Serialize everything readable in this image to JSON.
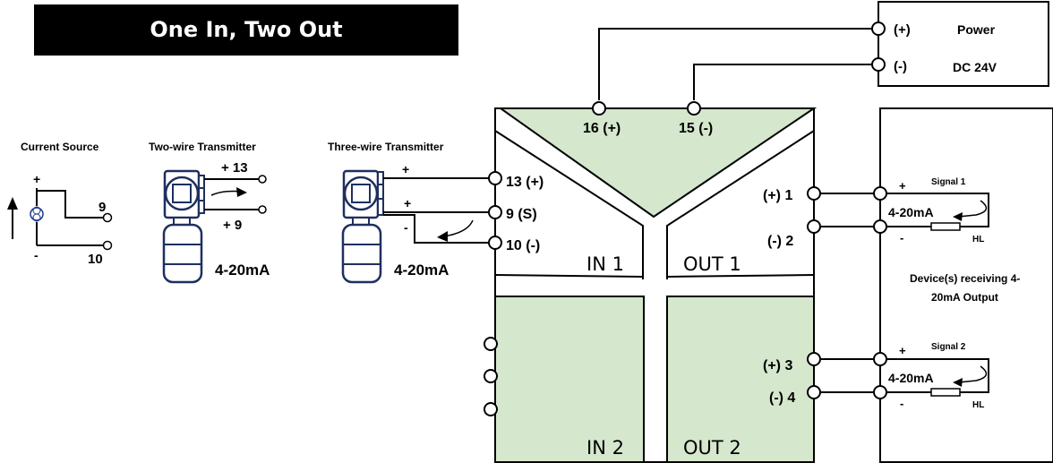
{
  "title": "One In, Two Out",
  "power": {
    "label": "Power",
    "voltage": "DC 24V",
    "plus": "(+)",
    "minus": "(-)"
  },
  "module": {
    "top_terminals": [
      "16 (+)",
      "15 (-)"
    ],
    "in_terminals": [
      "13 (+)",
      "9 (S)",
      "10 (-)"
    ],
    "out1_terminals": [
      "(+) 1",
      "(-) 2"
    ],
    "out2_terminals": [
      "(+) 3",
      "(-) 4"
    ],
    "sections": [
      "IN 1",
      "OUT 1",
      "IN 2",
      "OUT 2"
    ]
  },
  "sources": {
    "current_source": {
      "title": "Current Source",
      "plus": "+",
      "minus": "-",
      "t9": "9",
      "t10": "10"
    },
    "two_wire": {
      "title": "Two-wire Transmitter",
      "t13": "+ 13",
      "t9": "+ 9",
      "signal": "4-20mA"
    },
    "three_wire": {
      "title": "Three-wire Transmitter",
      "plus1": "+",
      "plus2": "+",
      "minus": "-",
      "signal": "4-20mA"
    }
  },
  "receiver": {
    "title_line1": "Device(s) receiving 4-",
    "title_line2": "20mA Output",
    "signal1": {
      "name": "Signal 1",
      "value": "4-20mA",
      "plus": "+",
      "minus": "-",
      "load": "HL"
    },
    "signal2": {
      "name": "Signal 2",
      "value": "4-20mA",
      "plus": "+",
      "minus": "-",
      "load": "HL"
    }
  }
}
